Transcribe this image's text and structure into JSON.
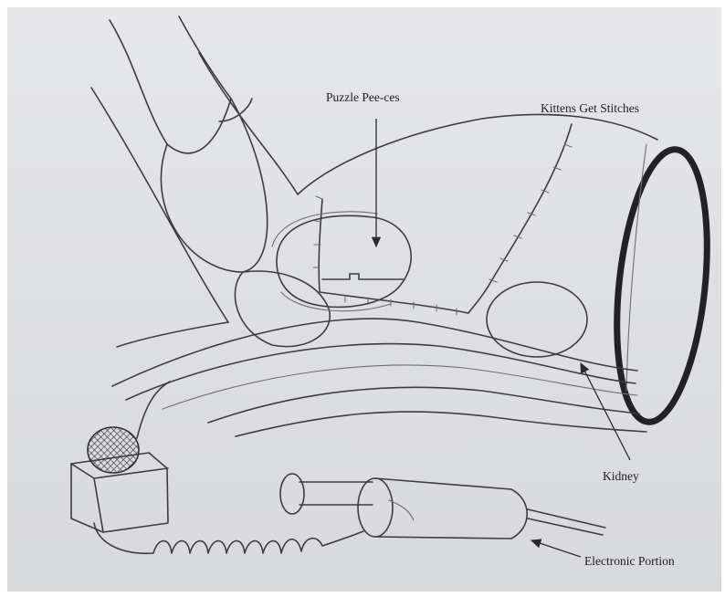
{
  "labels": {
    "puzzle": "Puzzle Pee-ces",
    "kittens": "Kittens Get Stitches",
    "kidney": "Kidney",
    "electronic": "Electronic Portion"
  }
}
